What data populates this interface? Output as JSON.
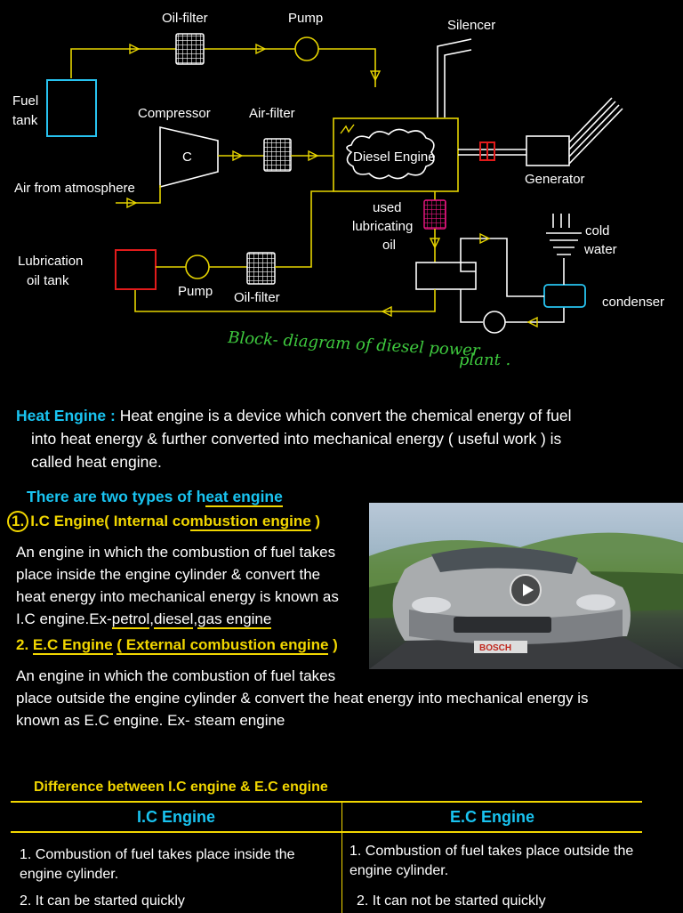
{
  "diagram": {
    "labels": {
      "oil_filter_top": "Oil-filter",
      "pump_top": "Pump",
      "silencer": "Silencer",
      "fuel_tank_1": "Fuel",
      "fuel_tank_2": "tank",
      "compressor": "Compressor",
      "compressor_c": "C",
      "air_filter": "Air-filter",
      "diesel_engine": "Diesel Engine",
      "generator": "Generator",
      "air_from_atmosphere": "Air from atmosphere",
      "used_1": "used",
      "used_2": "lubricating",
      "used_3": "oil",
      "cold_1": "cold",
      "cold_2": "water",
      "lub_tank_1": "Lubrication",
      "lub_tank_2": "oil tank",
      "pump_bottom": "Pump",
      "oil_filter_bottom": "Oil-filter",
      "condenser": "condenser"
    },
    "caption_line1": "Block- diagram of diesel power",
    "caption_line2": "plant ."
  },
  "heat_engine": {
    "term": "Heat Engine :",
    "definition_line1": " Heat engine is a device which convert the chemical energy of fuel",
    "definition_line2": "into heat energy & further converted into mechanical energy ( useful work ) is",
    "definition_line3": "called heat engine."
  },
  "types": {
    "heading_a": "There are two types of h",
    "heading_b": "eat engine",
    "ic_num": "1.",
    "ic_a": "I.C Engine( Internal co",
    "ic_b": "mbustion engine",
    "ic_c": " )",
    "ic_desc_1": "An engine in which the combustion of fuel takes",
    "ic_desc_2": "place inside the engine cylinder & convert the",
    "ic_desc_3": "heat energy into mechanical energy is known as",
    "ic_desc_4a": "I.C engine.Ex-",
    "ic_desc_4b": "petrol",
    "ic_desc_4c": ",",
    "ic_desc_4d": "diesel",
    "ic_desc_4e": ",",
    "ic_desc_4f": "gas engine",
    "ec_a": "2. ",
    "ec_b": "E.C Engine",
    "ec_c": " ",
    "ec_d": "( External combustion engine",
    "ec_e": " )",
    "ec_desc_1": "An engine in which the combustion of fuel takes",
    "ec_desc_2": "place outside the engine cylinder & convert the heat energy into mechanical energy is",
    "ec_desc_3": "known as E.C engine. Ex- steam engine"
  },
  "video": {
    "plate_text": "BOSCH",
    "play_icon": "play-icon"
  },
  "difference": {
    "title": "Difference between I.C engine & E.C engine",
    "headers": [
      "I.C Engine",
      "E.C Engine"
    ],
    "rows": [
      [
        "1. Combustion of fuel takes place inside the engine cylinder.",
        "1. Combustion of fuel takes place outside the engine cylinder."
      ],
      [
        "2. It can be started quickly",
        "2. It can not be started quickly"
      ]
    ]
  },
  "colors": {
    "accent_cyan": "#19c3f0",
    "accent_yellow": "#f1d600",
    "diagram_line": "#e6d400",
    "caption_green": "#3ec93e",
    "lub_tank_red": "#e11b1b",
    "filter_magenta": "#e4157d",
    "fuel_tank_cyan": "#27c3f0"
  }
}
